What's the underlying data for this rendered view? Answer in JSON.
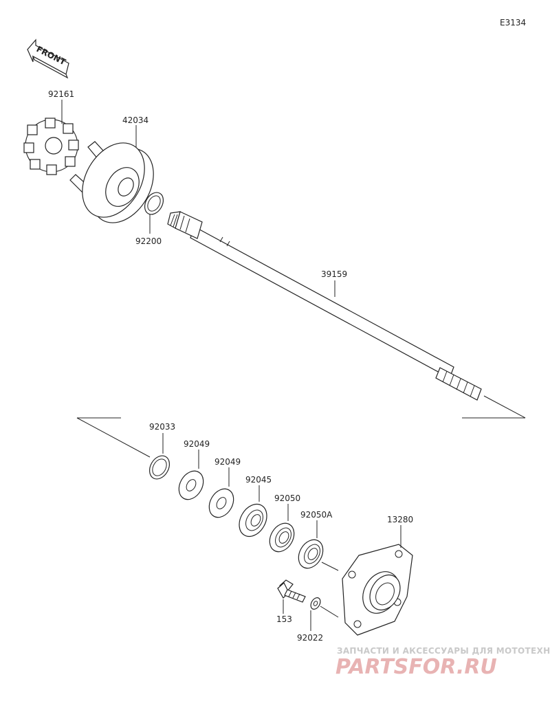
{
  "diagram_code": "E3134",
  "front_label": "FRONT",
  "parts": {
    "p92161": "92161",
    "p42034": "42034",
    "p92200": "92200",
    "p39159": "39159",
    "p92033": "92033",
    "p92049a": "92049",
    "p92049b": "92049",
    "p92045": "92045",
    "p92050": "92050",
    "p92050A": "92050A",
    "p13280": "13280",
    "p153": "153",
    "p92022": "92022"
  },
  "watermark": {
    "tagline": "ЗАПЧАСТИ И АКСЕССУАРЫ ДЛЯ МОТОТЕХНИКИ",
    "logo": "PARTSFOR.RU"
  }
}
